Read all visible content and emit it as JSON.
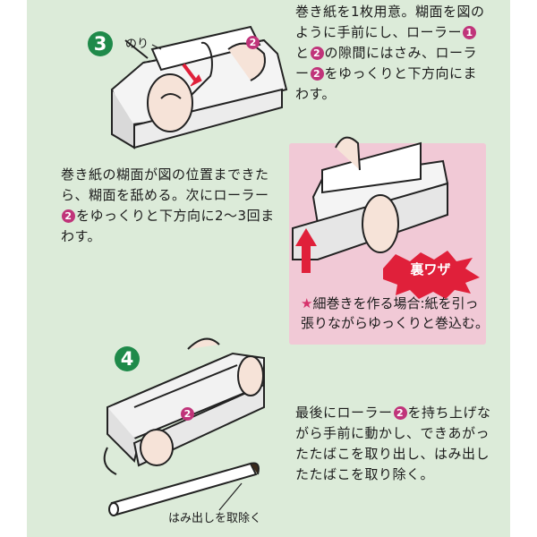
{
  "step3": {
    "number": "3",
    "label_nori": "のり",
    "roller_marker": "2",
    "text_parts": [
      "巻き紙を1枚用意。糊面を図のように手前にし、ローラー",
      "1",
      "と",
      "2",
      "の隙間にはさみ、ローラー",
      "2",
      "をゆっくりと下方向にまわす。"
    ]
  },
  "step3b": {
    "text_parts": [
      "巻き紙の糊面が図の位置まできたら、糊面を舐める。次にローラー",
      "2",
      "をゆっくりと下方向に2〜3回まわす。"
    ]
  },
  "tip": {
    "badge": "裏ワザ",
    "star": "★",
    "text": "細巻きを作る場合:紙を引っ張りながらゆっくりと巻込む。"
  },
  "step4": {
    "number": "4",
    "roller_marker": "2",
    "label_excess": "はみ出しを取除く",
    "text_parts": [
      "最後にローラー",
      "2",
      "を持ち上げながら手前に動かし、できあがったたばこを取り出し、はみ出したたばこを取り除く。"
    ]
  },
  "colors": {
    "background": "#dcebd9",
    "tip_background": "#f1c9d6",
    "step_circle": "#1f8a4a",
    "roller_marker": "#c0347a",
    "arrow": "#e0203a"
  }
}
